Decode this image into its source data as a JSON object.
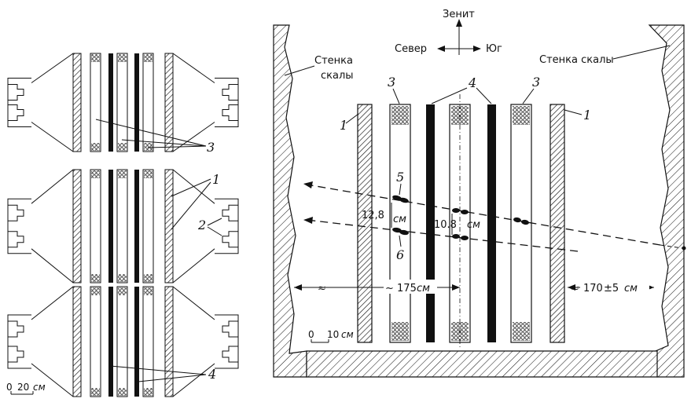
{
  "colors": {
    "ink": "#111111",
    "background": "#ffffff"
  },
  "left_panel": {
    "labels": {
      "label_1": "1",
      "label_2": "2",
      "label_3": "3",
      "label_4": "4"
    },
    "scale": {
      "zero": "0",
      "value": "20",
      "unit": "см"
    }
  },
  "right_panel": {
    "zenith": "Зенит",
    "north": "Север",
    "south": "Юг",
    "wall_left": [
      "Стенка",
      "скалы"
    ],
    "wall_right": "Стенка скалы",
    "labels": {
      "label_1_left": "1",
      "label_1_right": "1",
      "label_3_left": "3",
      "label_3_right": "3",
      "label_4": "4",
      "label_5": "5",
      "label_6": "6"
    },
    "measure_left": "12,8",
    "measure_left_unit": "см",
    "measure_center": "10.8",
    "measure_center_unit": "см",
    "distance_left": "~ 175",
    "distance_left_unit": "см",
    "distance_right": "170",
    "distance_right_pm": "±5",
    "distance_right_unit": "см",
    "scale": {
      "zero": "0",
      "value": "10",
      "unit": "см"
    }
  }
}
